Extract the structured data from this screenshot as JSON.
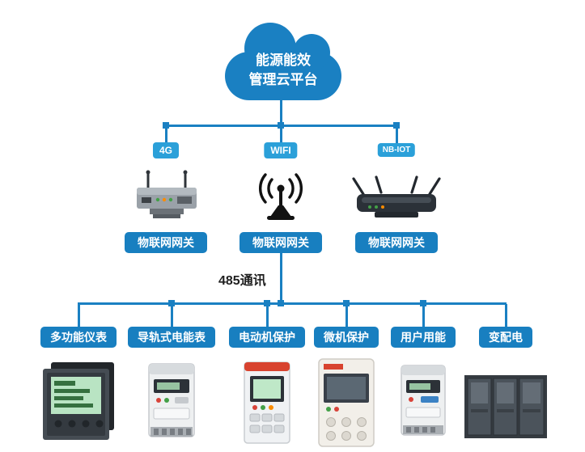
{
  "cloud": {
    "line1": "能源能效",
    "line2": "管理云平台"
  },
  "bus_label": "485通讯",
  "gateways": [
    {
      "conn": "4G",
      "label": "物联网网关",
      "icon": "4g-router-icon"
    },
    {
      "conn": "WIFI",
      "label": "物联网网关",
      "icon": "wifi-antenna-icon"
    },
    {
      "conn": "NB-IOT",
      "label": "物联网网关",
      "icon": "nb-iot-router-icon"
    }
  ],
  "devices": [
    {
      "label": "多功能仪表",
      "icon": "multifunction-meter-image"
    },
    {
      "label": "导轨式电能表",
      "icon": "din-rail-meter-image"
    },
    {
      "label": "电动机保护",
      "icon": "motor-protection-image"
    },
    {
      "label": "微机保护",
      "icon": "microcomputer-protection-image"
    },
    {
      "label": "用户用能",
      "icon": "user-energy-meter-image"
    },
    {
      "label": "变配电",
      "icon": "distribution-cabinet-image"
    }
  ],
  "colors": {
    "primary": "#1a80c2",
    "badge": "#2ba0d9",
    "label_box": "#187fc0",
    "dark_text": "#1f1f1f"
  }
}
